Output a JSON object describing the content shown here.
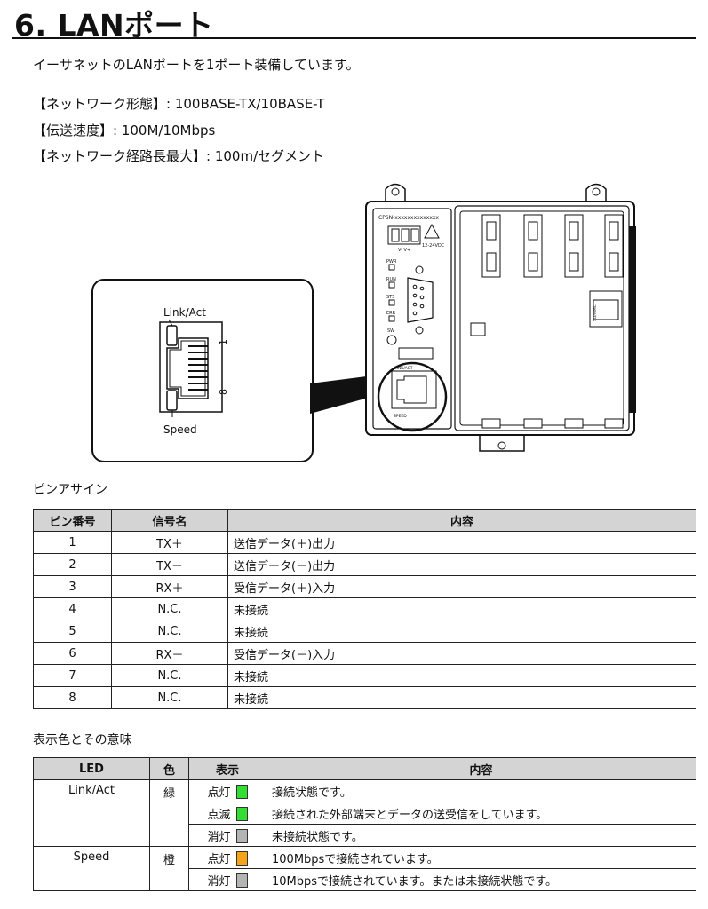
{
  "page": {
    "title": "6. LANポート",
    "intro": "イーサネットのLANポートを1ポート装備しています。",
    "specs": [
      "【ネットワーク形態】: 100BASE-TX/10BASE-T",
      "【伝送速度】: 100M/10Mbps",
      "【ネットワーク経路長最大】: 100m/セグメント"
    ]
  },
  "figure": {
    "link_act_label": "Link/Act",
    "speed_label": "Speed",
    "pin1": "1",
    "pin8": "8",
    "device": {
      "model": "CPSN-xxxxxxxxxxxxxx",
      "voltage": "12-24VDC",
      "terminals": "V-  V+",
      "leds": [
        "PWR",
        "RUN",
        "STS",
        "ERR",
        "SW"
      ],
      "link_act_small": "LINK/ACT",
      "speed_small": "SPEED",
      "sd_label": "SD/MMC"
    }
  },
  "pin_assign": {
    "heading": "ピンアサイン",
    "headers": [
      "ピン番号",
      "信号名",
      "内容"
    ],
    "rows": [
      [
        "1",
        "TX＋",
        "送信データ(＋)出力"
      ],
      [
        "2",
        "TX－",
        "送信データ(－)出力"
      ],
      [
        "3",
        "RX＋",
        "受信データ(＋)入力"
      ],
      [
        "4",
        "N.C.",
        "未接続"
      ],
      [
        "5",
        "N.C.",
        "未接続"
      ],
      [
        "6",
        "RX－",
        "受信データ(－)入力"
      ],
      [
        "7",
        "N.C.",
        "未接続"
      ],
      [
        "8",
        "N.C.",
        "未接続"
      ]
    ]
  },
  "led_table": {
    "heading": "表示色とその意味",
    "headers": [
      "LED",
      "色",
      "表示",
      "内容"
    ],
    "groups": [
      {
        "led": "Link/Act",
        "color": "緑",
        "rows": [
          {
            "display": "点灯",
            "chip": "#33dd33",
            "content": "接続状態です。"
          },
          {
            "display": "点滅",
            "chip": "#33dd33",
            "content": "接続された外部端末とデータの送受信をしています。"
          },
          {
            "display": "消灯",
            "chip": "#b4b4b4",
            "content": "未接続状態です。"
          }
        ]
      },
      {
        "led": "Speed",
        "color": "橙",
        "rows": [
          {
            "display": "点灯",
            "chip": "#f5a31a",
            "content": "100Mbpsで接続されています。"
          },
          {
            "display": "消灯",
            "chip": "#b4b4b4",
            "content": "10Mbpsで接続されています。または未接続状態です。"
          }
        ]
      }
    ]
  }
}
